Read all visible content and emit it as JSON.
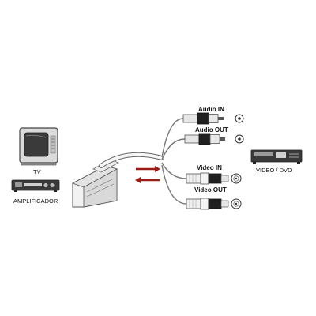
{
  "labels": {
    "tv": "TV",
    "amplifier": "AMPLIFICADOR",
    "video_dvd": "VIDEO / DVD",
    "audio_in": "Audio IN",
    "audio_out": "Audio OUT",
    "video_in": "Video IN",
    "video_out": "Video OUT"
  },
  "icons": {
    "tv": "tv-icon",
    "amplifier": "amplifier-icon",
    "vcr_dvd": "vcr-dvd-player-icon",
    "scart": "scart-connector-icon",
    "arrow_right": "arrow-right-icon",
    "arrow_left": "arrow-left-icon",
    "rca_plug": "rca-plug-icon",
    "rca_jack": "rca-jack-icon"
  },
  "colors": {
    "arrows": "#9b1c14",
    "plug_band": "#202020",
    "ink": "#111111"
  }
}
